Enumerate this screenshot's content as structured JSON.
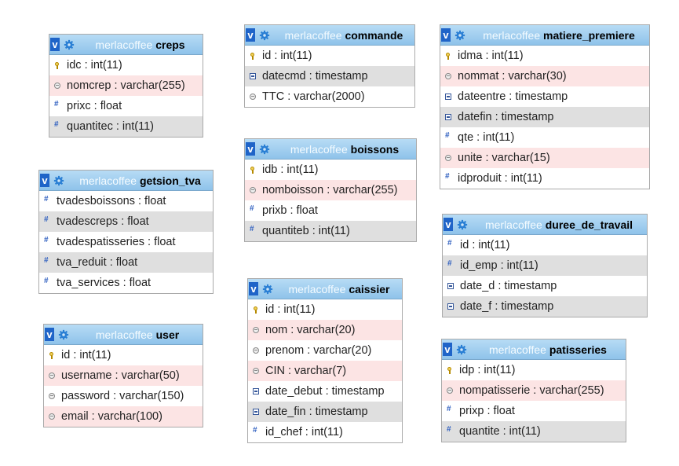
{
  "db_name": "merlacoffee",
  "tables": [
    {
      "name": "creps",
      "fields": [
        {
          "text": "idc : int(11)",
          "icon": "key-icon"
        },
        {
          "text": "nomcrep : varchar(255)",
          "icon": "string-icon"
        },
        {
          "text": "prixc : float",
          "icon": "number-icon"
        },
        {
          "text": "quantitec : int(11)",
          "icon": "number-icon"
        }
      ]
    },
    {
      "name": "commande",
      "fields": [
        {
          "text": "id : int(11)",
          "icon": "key-icon"
        },
        {
          "text": "datecmd : timestamp",
          "icon": "date-icon"
        },
        {
          "text": "TTC : varchar(2000)",
          "icon": "string-icon"
        }
      ]
    },
    {
      "name": "matiere_premiere",
      "fields": [
        {
          "text": "idma : int(11)",
          "icon": "key-icon"
        },
        {
          "text": "nommat : varchar(30)",
          "icon": "string-icon"
        },
        {
          "text": "dateentre : timestamp",
          "icon": "date-icon"
        },
        {
          "text": "datefin : timestamp",
          "icon": "date-icon"
        },
        {
          "text": "qte : int(11)",
          "icon": "number-icon"
        },
        {
          "text": "unite : varchar(15)",
          "icon": "string-icon"
        },
        {
          "text": "idproduit : int(11)",
          "icon": "number-icon"
        }
      ]
    },
    {
      "name": "getsion_tva",
      "fields": [
        {
          "text": "tvadesboissons : float",
          "icon": "number-icon"
        },
        {
          "text": "tvadescreps : float",
          "icon": "number-icon"
        },
        {
          "text": "tvadespatisseries : float",
          "icon": "number-icon"
        },
        {
          "text": "tva_reduit : float",
          "icon": "number-icon"
        },
        {
          "text": "tva_services : float",
          "icon": "number-icon"
        }
      ]
    },
    {
      "name": "boissons",
      "fields": [
        {
          "text": "idb : int(11)",
          "icon": "key-icon"
        },
        {
          "text": "nomboisson : varchar(255)",
          "icon": "string-icon"
        },
        {
          "text": "prixb : float",
          "icon": "number-icon"
        },
        {
          "text": "quantiteb : int(11)",
          "icon": "number-icon"
        }
      ]
    },
    {
      "name": "duree_de_travail",
      "fields": [
        {
          "text": "id : int(11)",
          "icon": "number-icon"
        },
        {
          "text": "id_emp : int(11)",
          "icon": "number-icon"
        },
        {
          "text": "date_d : timestamp",
          "icon": "date-icon"
        },
        {
          "text": "date_f : timestamp",
          "icon": "date-icon"
        }
      ]
    },
    {
      "name": "user",
      "fields": [
        {
          "text": "id : int(11)",
          "icon": "key-icon"
        },
        {
          "text": "username : varchar(50)",
          "icon": "string-icon"
        },
        {
          "text": "password : varchar(150)",
          "icon": "string-icon"
        },
        {
          "text": "email : varchar(100)",
          "icon": "string-icon"
        }
      ]
    },
    {
      "name": "caissier",
      "fields": [
        {
          "text": "id : int(11)",
          "icon": "key-icon"
        },
        {
          "text": "nom : varchar(20)",
          "icon": "string-icon"
        },
        {
          "text": "prenom : varchar(20)",
          "icon": "string-icon"
        },
        {
          "text": "CIN : varchar(7)",
          "icon": "string-icon"
        },
        {
          "text": "date_debut : timestamp",
          "icon": "date-icon"
        },
        {
          "text": "date_fin : timestamp",
          "icon": "date-icon"
        },
        {
          "text": "id_chef : int(11)",
          "icon": "number-icon"
        }
      ]
    },
    {
      "name": "patisseries",
      "fields": [
        {
          "text": "idp : int(11)",
          "icon": "key-icon"
        },
        {
          "text": "nompatisserie : varchar(255)",
          "icon": "string-icon"
        },
        {
          "text": "prixp : float",
          "icon": "number-icon"
        },
        {
          "text": "quantite : int(11)",
          "icon": "number-icon"
        }
      ]
    }
  ]
}
